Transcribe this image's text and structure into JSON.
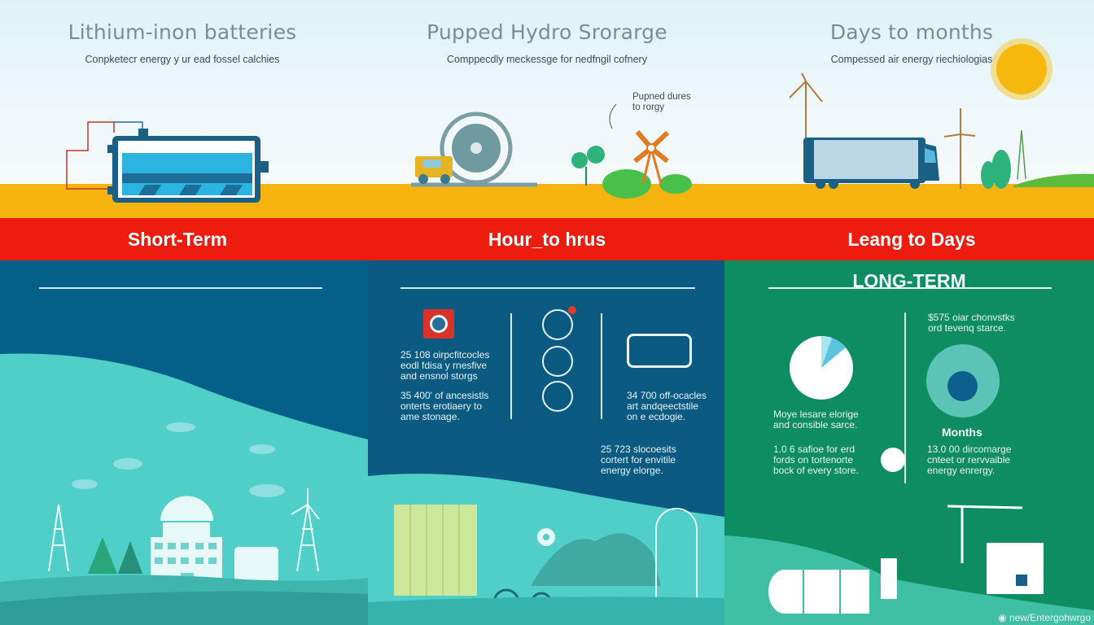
{
  "top": {
    "columns": [
      {
        "title": "Lithium-inon batteries",
        "subtitle": "Conpketecr energy y ur ead fossel calchies"
      },
      {
        "title": "Pupped Hydro Srorarge",
        "subtitle": "Comppecdly meckessge for nedfngil cofnery"
      },
      {
        "title": "Days to months",
        "subtitle": "Compessed air energy riechiologias"
      }
    ],
    "callout": {
      "line1": "Pupned dures",
      "line2": "to rorgy"
    }
  },
  "band": {
    "labels": [
      "Short-Term",
      "Hour_to hrus",
      "Leang to Days"
    ],
    "color": "#ee1b0f"
  },
  "colors": {
    "sky": "#e6f5f9",
    "ground": "#f7b30f",
    "band": "#ee1b0f",
    "panel_short": "#046088",
    "panel_mid": "#0a5a82",
    "panel_long": "#0e8c62",
    "hill_teal": "#4fcfc8"
  },
  "mid_panel": {
    "stats": [
      {
        "l1": "25 108 oirpcfitcocles",
        "l2": "eodl fdisa y rnesfive",
        "l3": "and ensnol storgs"
      },
      {
        "l1": "35 400' of ancesistls",
        "l2": "onterts erotiaery to",
        "l3": "ame stonage."
      },
      {
        "l1": "34 700 off-ocacles",
        "l2": "art andqeectstile",
        "l3": "on e ecdogie."
      },
      {
        "l1": "25 723 slocoesits",
        "l2": "cortert for envitile",
        "l3": "energy elorge."
      }
    ],
    "icons": [
      "gear-badge-icon",
      "growth-chart-icon",
      "bar-step-icon",
      "angle-measure-icon",
      "battery-cart-icon"
    ]
  },
  "long_term": {
    "title": "LONG-TERM",
    "stats": [
      {
        "l1": "$575 oiar chonvstks",
        "l2": "ord tevenq starce."
      },
      {
        "l1": "Moye lesare elorige",
        "l2": "and consible sarce."
      },
      {
        "l1": "1.0 6 safioe for erd",
        "l2": "fords on tortenorte",
        "l3": "bock of every store."
      },
      {
        "l1": "13.0 00 dircomarge",
        "l2": "cnteet or rervvaible",
        "l3": "energy enrergy."
      }
    ],
    "months_label": "Months",
    "pie": {
      "main_pct": 88,
      "slice1_pct": 4,
      "slice2_pct": 8
    },
    "credit": "new/Entergohwrgo"
  }
}
